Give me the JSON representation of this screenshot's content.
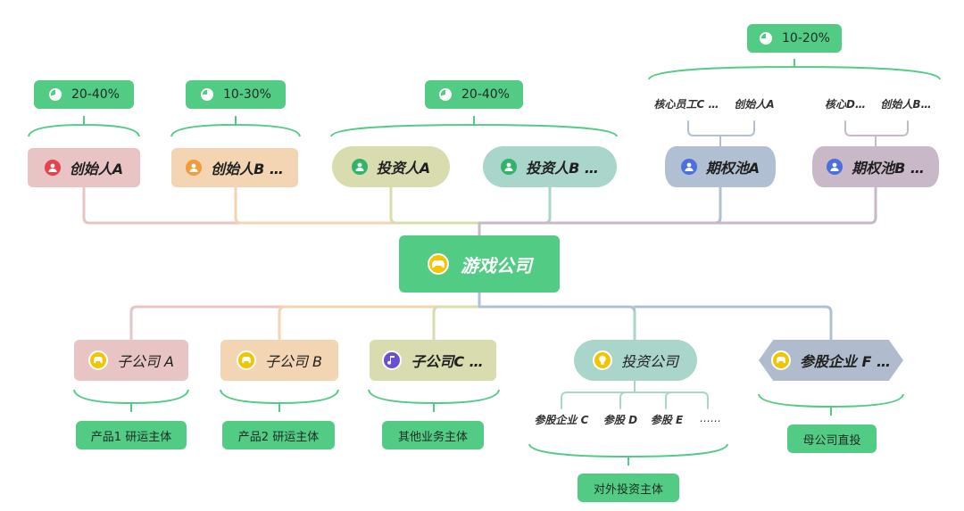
{
  "colors": {
    "green": "#52cc84",
    "founder_a": "#e8c4c4",
    "founder_b": "#f3d5b3",
    "investor_a": "#d8dcaf",
    "investor_b": "#a9d5cb",
    "pool_a": "#b0c0d2",
    "pool_b": "#c9b8c8",
    "sub_a": "#e8c4c4",
    "sub_b": "#f3d5b3",
    "sub_c": "#d8dcaf",
    "invest_co": "#a9d5cb",
    "equity_f": "#b0bccd"
  },
  "center": {
    "label": "游戏公司",
    "icon": "gamepad-icon"
  },
  "shareholders": [
    {
      "id": "founder-a",
      "label": "创始人A",
      "icon": "user-icon",
      "icon_color": "#e8414b"
    },
    {
      "id": "founder-b",
      "label": "创始人B …",
      "icon": "user-icon",
      "icon_color": "#f39a3b"
    },
    {
      "id": "investor-a",
      "label": "投资人A",
      "icon": "user-icon",
      "icon_color": "#2fb56a"
    },
    {
      "id": "investor-b",
      "label": "投资人B …",
      "icon": "user-icon",
      "icon_color": "#2fb56a"
    },
    {
      "id": "option-pool-a",
      "label": "期权池A",
      "icon": "user-icon",
      "icon_color": "#4c6fe0",
      "members": [
        "核心员工C …",
        "创始人A"
      ]
    },
    {
      "id": "option-pool-b",
      "label": "期权池B …",
      "icon": "user-icon",
      "icon_color": "#4c6fe0",
      "members": [
        "核心D…",
        "创始人B…"
      ]
    }
  ],
  "share_ranges": [
    {
      "label": "20-40%",
      "group": "founder-a",
      "fraction": 0.7
    },
    {
      "label": "10-30%",
      "group": "founder-b",
      "fraction": 0.8
    },
    {
      "label": "20-40%",
      "group": "investors",
      "fraction": 0.7
    },
    {
      "label": "10-20%",
      "group": "option-pools",
      "fraction": 0.8
    }
  ],
  "subsidiaries": [
    {
      "id": "sub-a",
      "label": "子公司 A",
      "icon": "gamepad-icon",
      "note": "产品1 研运主体"
    },
    {
      "id": "sub-b",
      "label": "子公司 B",
      "icon": "gamepad-icon",
      "note": "产品2 研运主体"
    },
    {
      "id": "sub-c",
      "label": "子公司C …",
      "icon": "music-icon",
      "note": "其他业务主体"
    },
    {
      "id": "invest-co",
      "label": "投资公司",
      "icon": "lightbulb-icon",
      "note": "对外投资主体",
      "children": [
        "参股企业 C",
        "参股 D",
        "参股 E",
        "……"
      ]
    },
    {
      "id": "equity-f",
      "label": "参股企业 F …",
      "icon": "gamepad-icon",
      "note": "母公司直投"
    }
  ]
}
